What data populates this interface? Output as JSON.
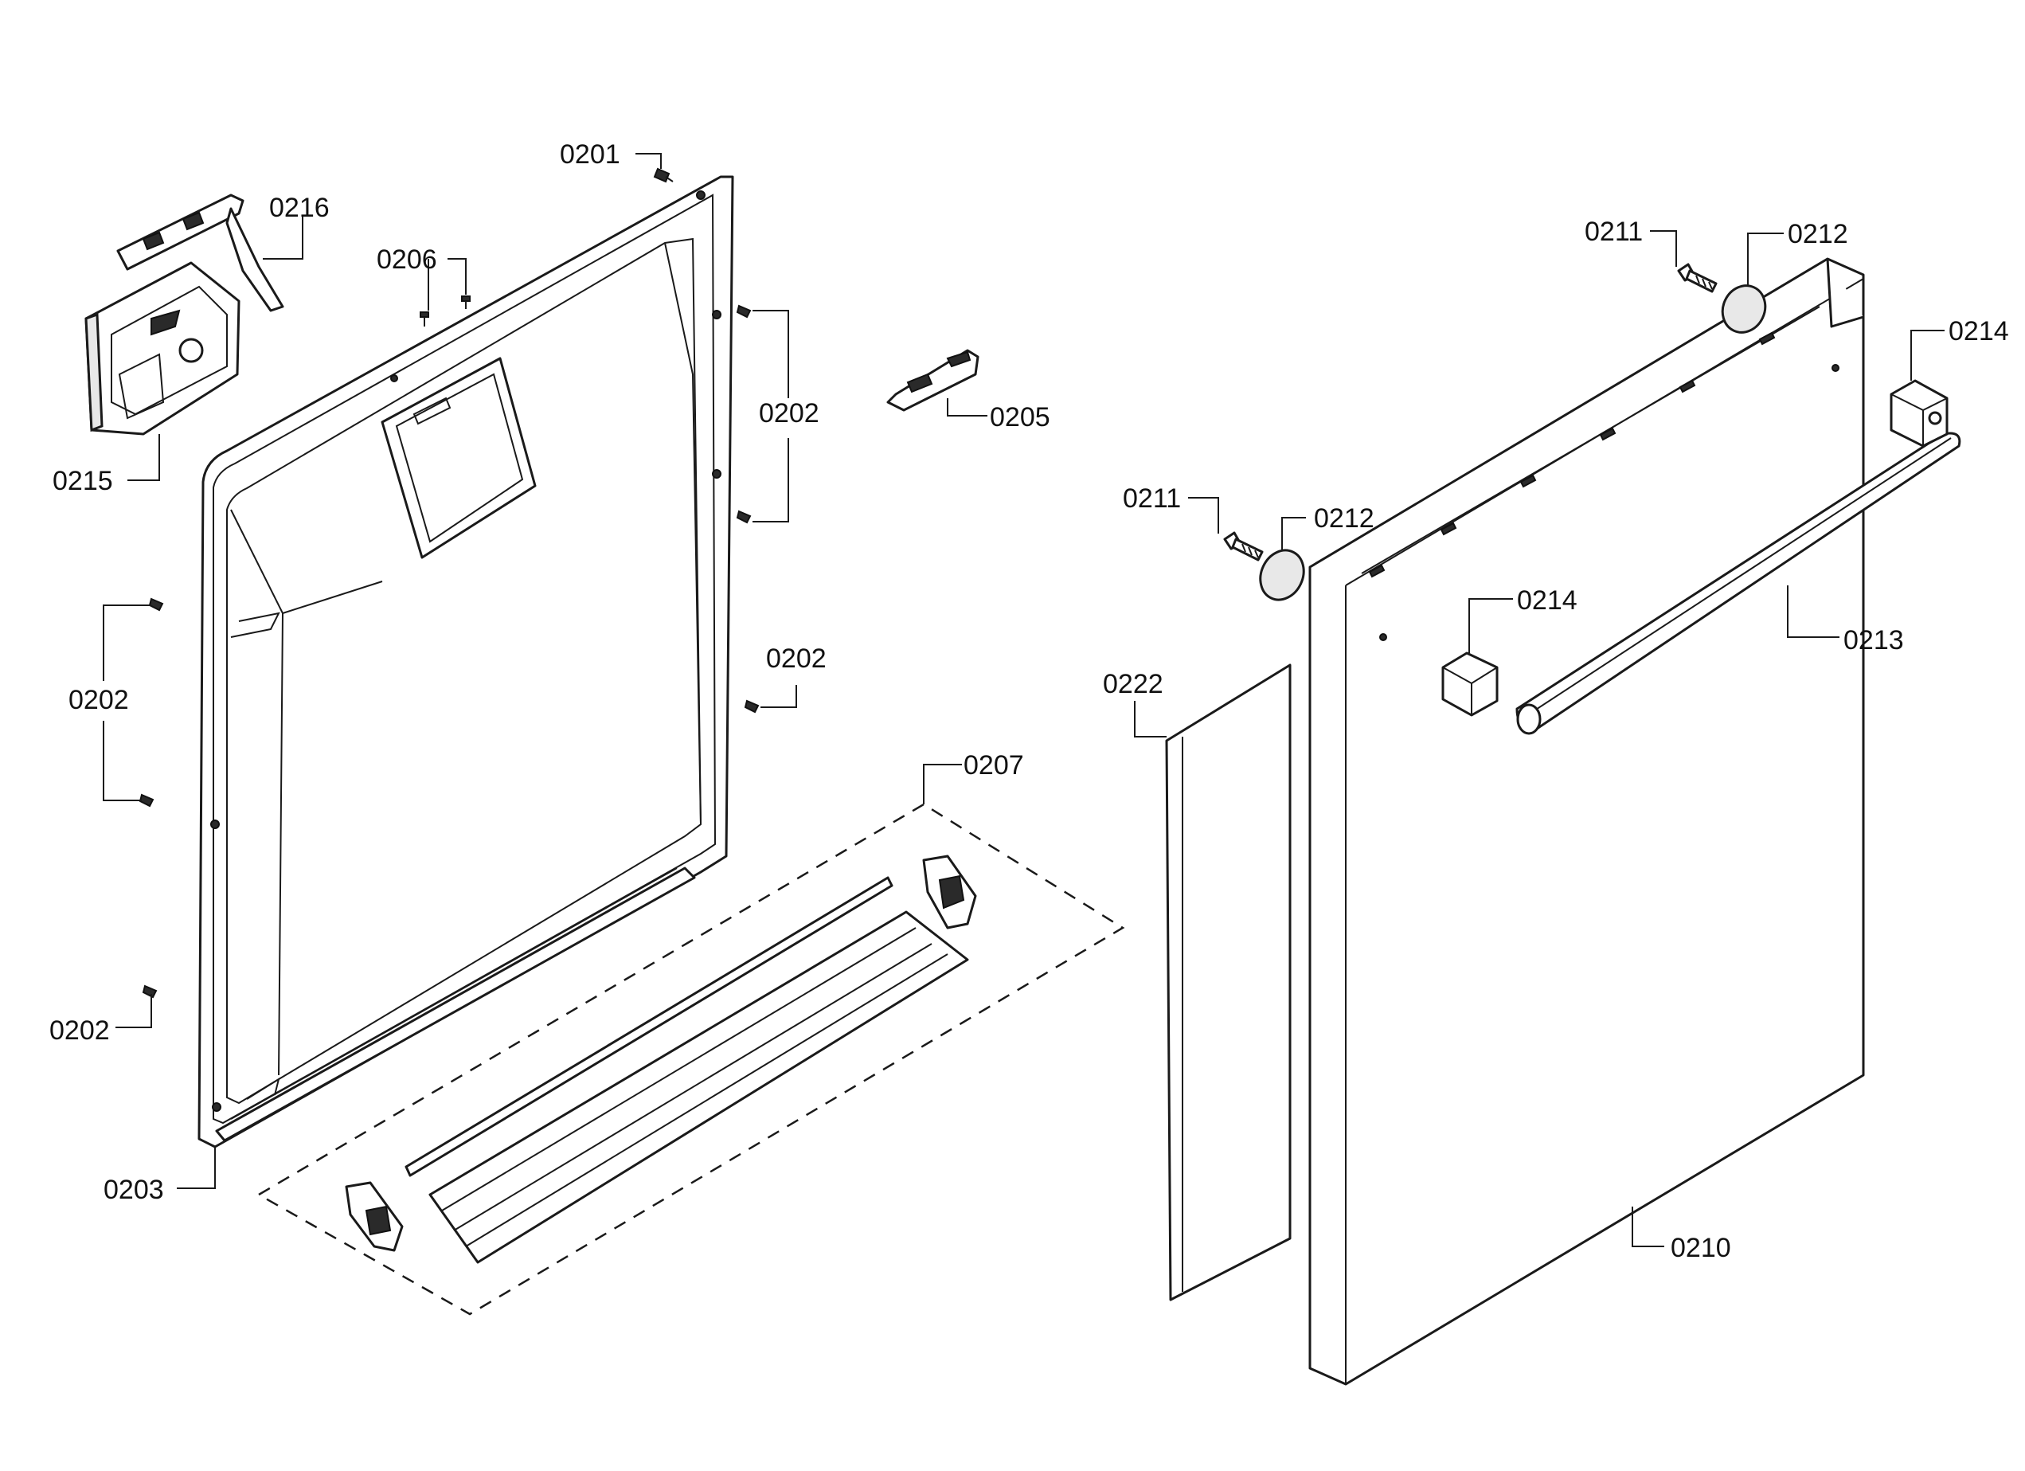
{
  "labels": {
    "l0201": "0201",
    "l0202a": "0202",
    "l0202b": "0202",
    "l0202c": "0202",
    "l0202d": "0202",
    "l0203": "0203",
    "l0205": "0205",
    "l0206": "0206",
    "l0207": "0207",
    "l0210": "0210",
    "l0211a": "0211",
    "l0211b": "0211",
    "l0212a": "0212",
    "l0212b": "0212",
    "l0213": "0213",
    "l0214a": "0214",
    "l0214b": "0214",
    "l0215": "0215",
    "l0216": "0216",
    "l0222": "0222"
  }
}
